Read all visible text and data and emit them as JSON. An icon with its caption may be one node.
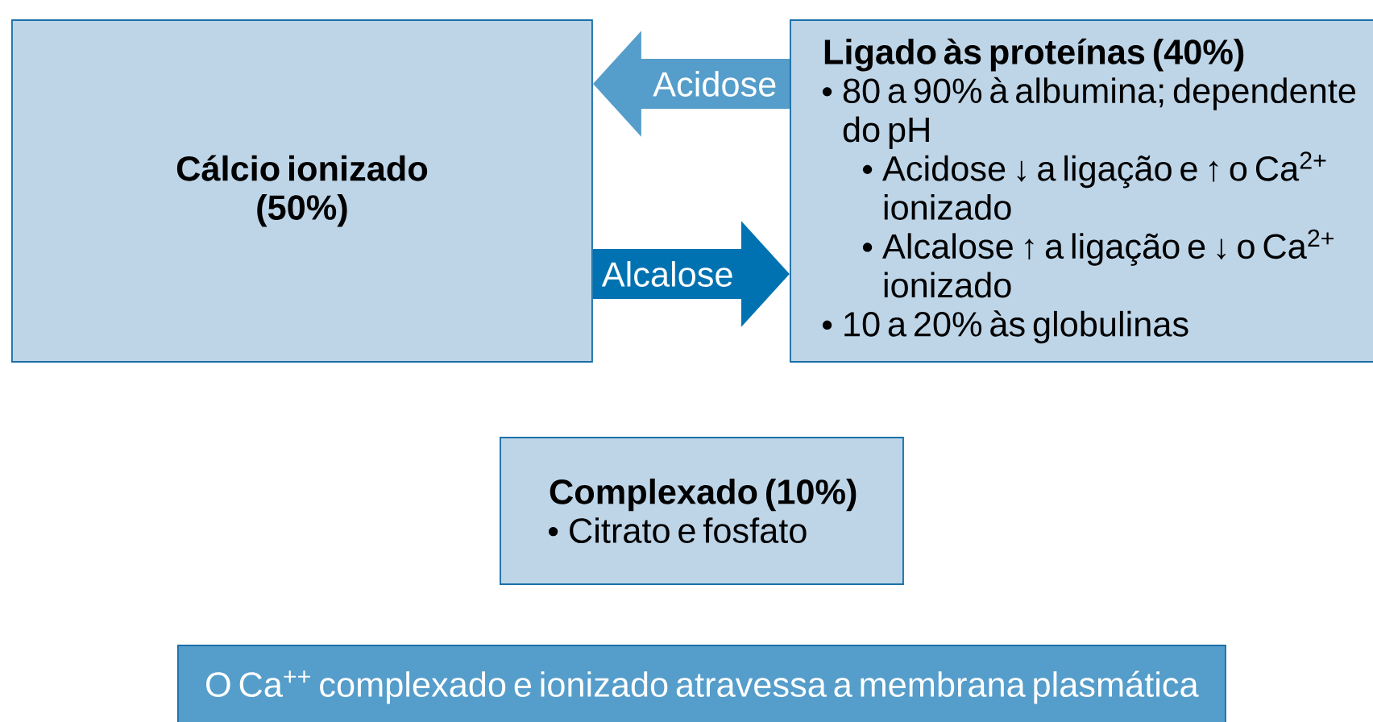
{
  "diagram": {
    "nodes": [
      {
        "text": [
          "Cálcio ionizado (50%)"
        ]
      },
      {
        "text": [
          "Ligado às proteínas (40%)",
          "80 a 90% à albumina; dependente do pH",
          "Acidose ↓ a ligação e ↑ o Ca$^{2+}$ ionizado",
          "Alcalose ↑ a ligação e ↓ o Ca$^{2+}$ ionizado",
          "10 a 20% às globulinas"
        ]
      },
      {
        "text": [
          "Complexado (10%)",
          "Citrato e fosfato"
        ]
      },
      {
        "text": [
          "O Ca$^{++}$ complexado e ionizado atravessa a membrana plasmática"
        ]
      }
    ],
    "edges": [
      {
        "from": 1,
        "to": 0,
        "arrow": "to",
        "label": "Acidose",
        "color": "#559dca"
      },
      {
        "from": 0,
        "to": 1,
        "arrow": "to",
        "label": "Alcalose",
        "color": "#0072b1"
      }
    ]
  }
}
